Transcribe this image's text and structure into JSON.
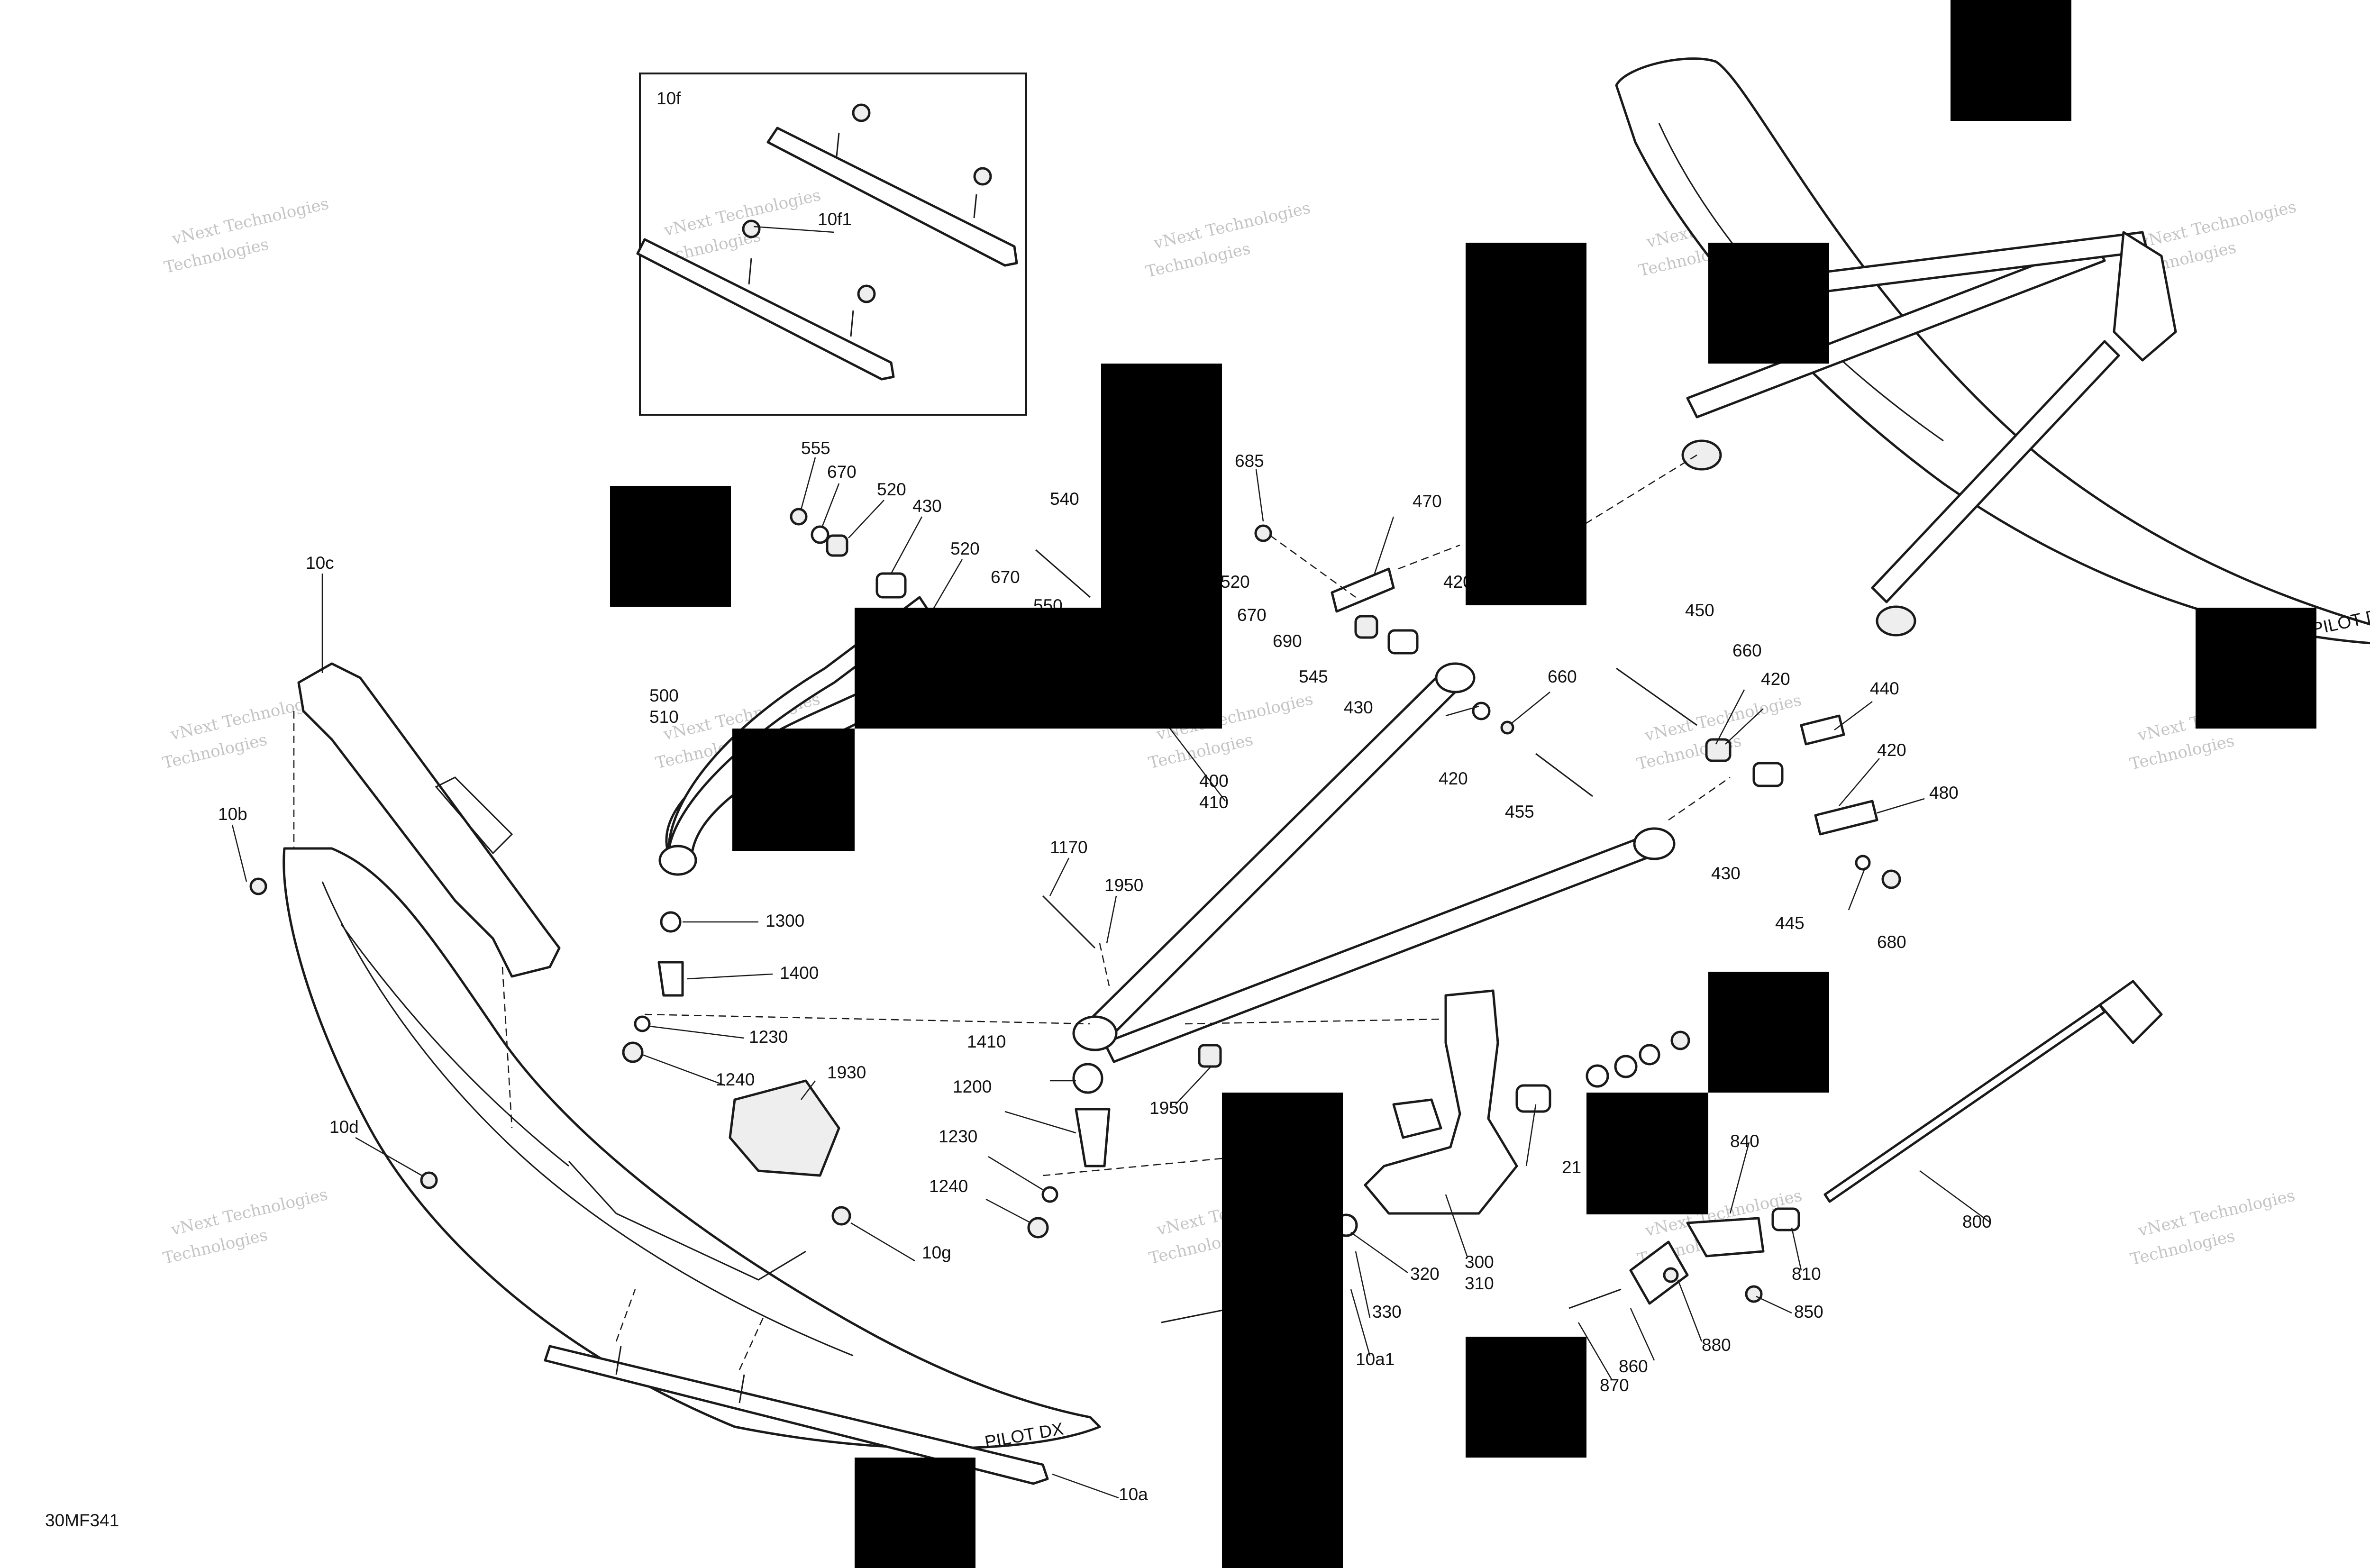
{
  "figure_code": "30MF341",
  "inset_label": "10f",
  "watermark_line1": "vNext Technologies",
  "watermark_line2": "Technologies",
  "part_callouts": [
    "555",
    "670",
    "520",
    "430",
    "520",
    "670",
    "550",
    "540",
    "685",
    "470",
    "420",
    "520",
    "670",
    "690",
    "545",
    "500",
    "510",
    "10c",
    "10b",
    "10d",
    "10f1",
    "1300",
    "1400",
    "1230",
    "1240",
    "1930",
    "10g",
    "1170",
    "1950",
    "400",
    "410",
    "430",
    "420",
    "660",
    "455",
    "450",
    "660",
    "420",
    "440",
    "420",
    "480",
    "430",
    "445",
    "680",
    "1410",
    "1200",
    "1230",
    "1240",
    "1950",
    "21",
    "300",
    "310",
    "320",
    "330",
    "10a1",
    "840",
    "810",
    "800",
    "850",
    "880",
    "860",
    "870",
    "10a"
  ],
  "brand_marks": [
    "PILOT DX",
    "PILOT DX"
  ]
}
